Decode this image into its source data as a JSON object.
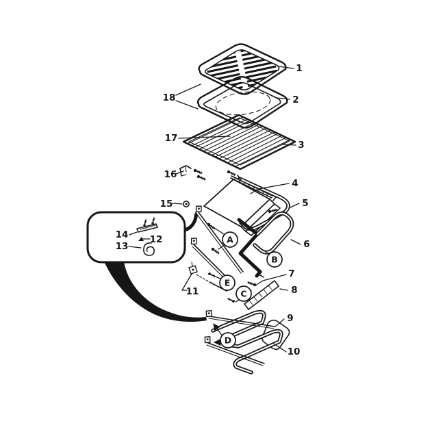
{
  "image": {
    "background_color": "#ffffff",
    "ink_color": "#161616",
    "description_labels_only": true
  },
  "labels": {
    "p1": "1",
    "p2": "2",
    "p3": "3",
    "p4": "4",
    "p5": "5",
    "p6": "6",
    "p7": "7",
    "p8": "8",
    "p9": "9",
    "p10": "10",
    "p11": "11",
    "p12": "12",
    "p13": "13",
    "p14": "14",
    "p15": "15",
    "p16": "16",
    "p17": "17",
    "p18": "18",
    "cA": "A",
    "cB": "B",
    "cC": "C",
    "cD": "D",
    "cE": "E"
  }
}
